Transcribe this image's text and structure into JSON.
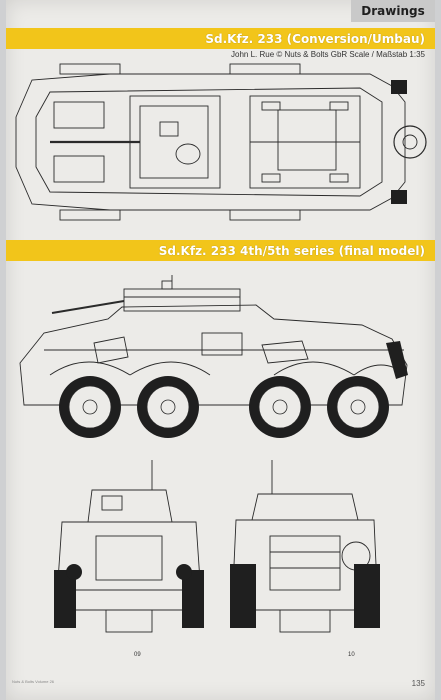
{
  "header": {
    "section_label": "Drawings"
  },
  "banners": {
    "top": "Sd.Kfz. 233 (Conversion/Umbau)",
    "middle": "Sd.Kfz. 233  4th/5th series (final model)"
  },
  "credit": "John L. Rue © Nuts & Bolts GbR Scale / Maßstab 1:35",
  "scale_labels": {
    "front": "09",
    "rear": "10"
  },
  "footer": {
    "publication": "Nuts & Bolts Volume 26",
    "page_number": "135"
  },
  "colors": {
    "banner": "#f2c51a",
    "paper": "#ecebe8",
    "line": "#2b2b2b",
    "tire": "#1f1f1f"
  }
}
